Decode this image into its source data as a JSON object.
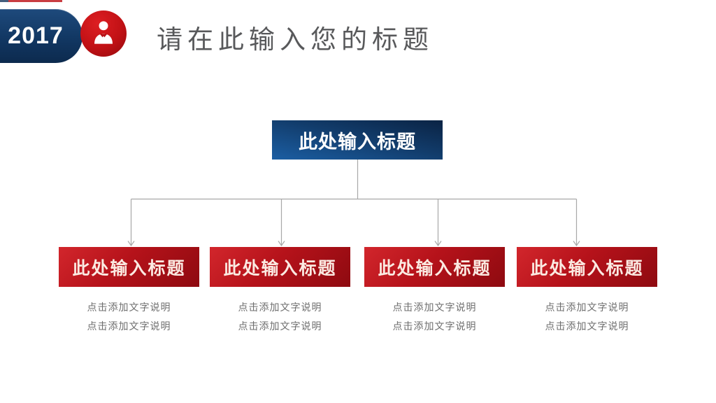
{
  "slide": {
    "year_badge": "2017",
    "title": "请在此输入您的标题",
    "org_chart": {
      "root": {
        "label": "此处输入标题"
      },
      "branches": [
        {
          "label": "此处输入标题",
          "caption_line1": "点击添加文字说明",
          "caption_line2": "点击添加文字说明"
        },
        {
          "label": "此处输入标题",
          "caption_line1": "点击添加文字说明",
          "caption_line2": "点击添加文字说明"
        },
        {
          "label": "此处输入标题",
          "caption_line1": "点击添加文字说明",
          "caption_line2": "点击添加文字说明"
        },
        {
          "label": "此处输入标题",
          "caption_line1": "点击添加文字说明",
          "caption_line2": "点击添加文字说明"
        }
      ]
    },
    "icons": {
      "person": "person-icon"
    },
    "colors": {
      "badge_navy": "#123864",
      "node_navy_light": "#1b5ea3",
      "node_navy_dark": "#0a2344",
      "accent_red_light": "#d2262c",
      "accent_red_dark": "#8e0a10",
      "medallion_red": "#c11115",
      "title_gray": "#58595b",
      "caption_gray": "#6e6e6e",
      "connector_gray": "#a8a8a8",
      "text_white": "#ffffff"
    }
  }
}
